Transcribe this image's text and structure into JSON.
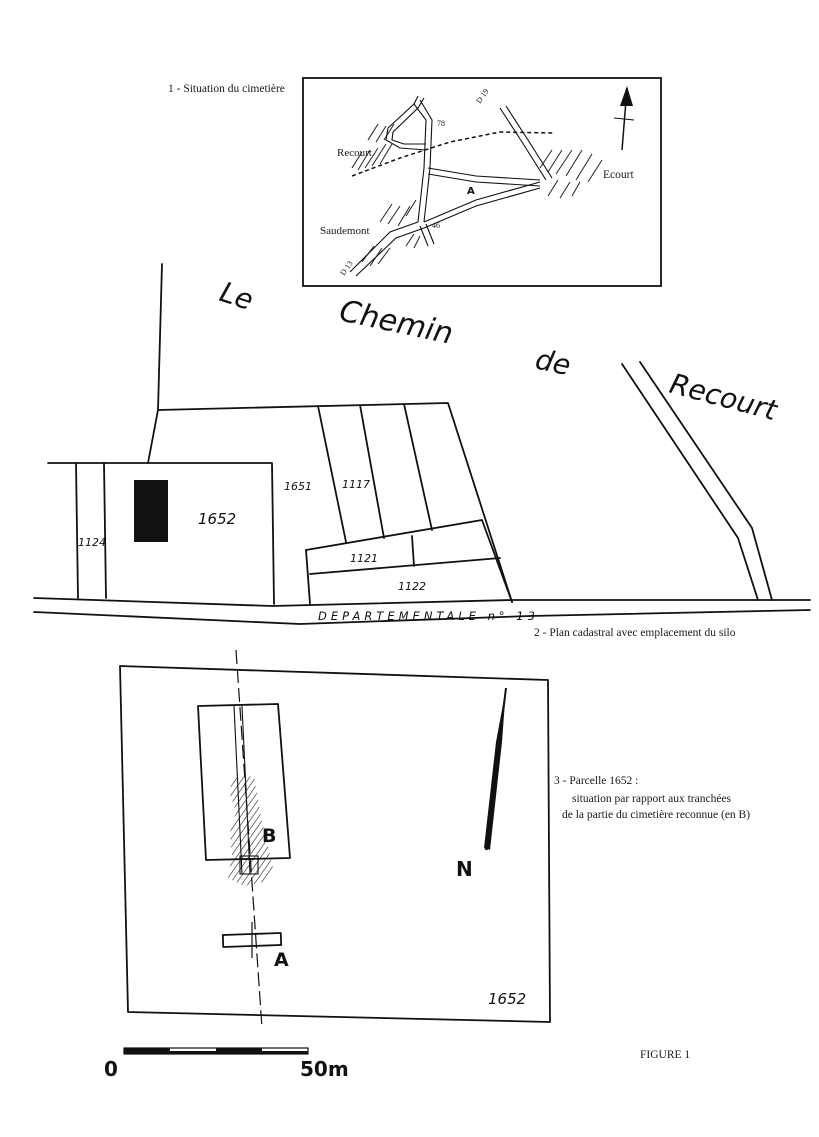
{
  "captions": {
    "situation": "1 - Situation du cimetière",
    "cadastre": "2 - Plan cadastral avec emplacement du silo",
    "parcelle_title": "3 - Parcelle 1652 :",
    "parcelle_line1": "situation par rapport aux tranchées",
    "parcelle_line2": "de la partie du cimetière reconnue (en B)",
    "figure": "FIGURE 1"
  },
  "inset": {
    "recourt": "Recourt",
    "ecourt": "Ecourt",
    "saudemont": "Saudemont",
    "site": "A",
    "road_d19": "D 19",
    "road_d13": "D 13",
    "road_78": "78",
    "road_46": "46"
  },
  "cadastre": {
    "road_le": "Le",
    "road_chemin": "Chemin",
    "road_de": "de",
    "road_recourt": "Recourt",
    "departementale": "DEPARTEMENTALE  n° 13",
    "parcels": [
      "1124",
      "1652",
      "1651",
      "1117",
      "1121",
      "1122"
    ]
  },
  "parcel_plan": {
    "label_b": "B",
    "label_a": "A",
    "north": "N",
    "parcel_number": "1652"
  },
  "scale": {
    "start": "0",
    "end": "50m"
  }
}
